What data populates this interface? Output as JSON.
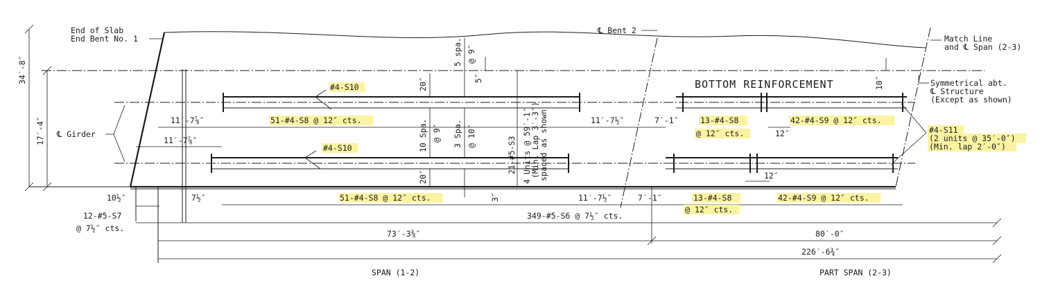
{
  "title": "BOTTOM REINFORCEMENT",
  "labels": {
    "end_slab_1": "End of Slab",
    "end_slab_2": "End Bent No. 1",
    "bent2": "℄ Bent 2",
    "match_1": "Match Line",
    "match_2": "and ℄ Span (2-3)",
    "sym_1": "Symmetrical abt.",
    "sym_2": "℄ Structure",
    "sym_3": "(Except as shown)",
    "girder": "℄ Girder",
    "height_total": "34′-8″",
    "height_half": "17′-4″",
    "s10_top": "#4-S10",
    "s10_bot": "#4-S10",
    "s8_top": "51-#4-S8 @ 12″ cts.",
    "s8_bot": "51-#4-S8 @ 12″ cts.",
    "s8r_top_1": "13-#4-S8",
    "s8r_top_2": "@ 12″ cts.",
    "s8r_bot_1": "13-#4-S8",
    "s8r_bot_2": "@ 12″ cts.",
    "s9_top": "42-#4-S9 @ 12″ cts.",
    "s9_bot": "42-#4-S9 @ 12″ cts.",
    "s11_1": "#4-S11",
    "s11_2": "(2 units @ 35′-0″)",
    "s11_3": "(Min. lap 2′-0″)",
    "s3_1": "21-#5-S3",
    "s3_2": "4 Units @ 59′-1″",
    "s3_3": "(Min. Lap 3′-3″)",
    "s3_4": "spaced as shown",
    "spa5_1": "5 spa.",
    "spa5_2": "@ 9″",
    "spa10_1": "10 Spa.",
    "spa10_2": "@ 9″",
    "spa3_1": "3 Spa.",
    "spa3_2": "@ 10″",
    "d_5in": "5″",
    "d_20in_top": "20″",
    "d_20in_bot": "20″",
    "d_3in": "3″",
    "d_10in": "10″",
    "d_12in_top": "12″",
    "d_12in_bot": "12″",
    "d_11_7_7_8a": "11′-7⅞″",
    "d_11_7_7_8b": "11′-7⅞″",
    "d_11_7_1_2a": "11′-7½″",
    "d_11_7_1_2b": "11′-7½″",
    "d_7_1a": "7′-1″",
    "d_7_1b": "7′-1″",
    "d_10_1_2": "10½″",
    "d_7_1_2": "7½″",
    "s7_1": "12-#5-S7",
    "s7_2": "@ 7½″ cts.",
    "s6": "349-#5-S6 @ 7½″ cts.",
    "len_span1": "73′-3⅜″",
    "len_span2": "80′-0″",
    "len_total": "226′-6¾″",
    "span_1_2": "SPAN (1-2)",
    "span_2_3": "PART SPAN (2-3)"
  }
}
